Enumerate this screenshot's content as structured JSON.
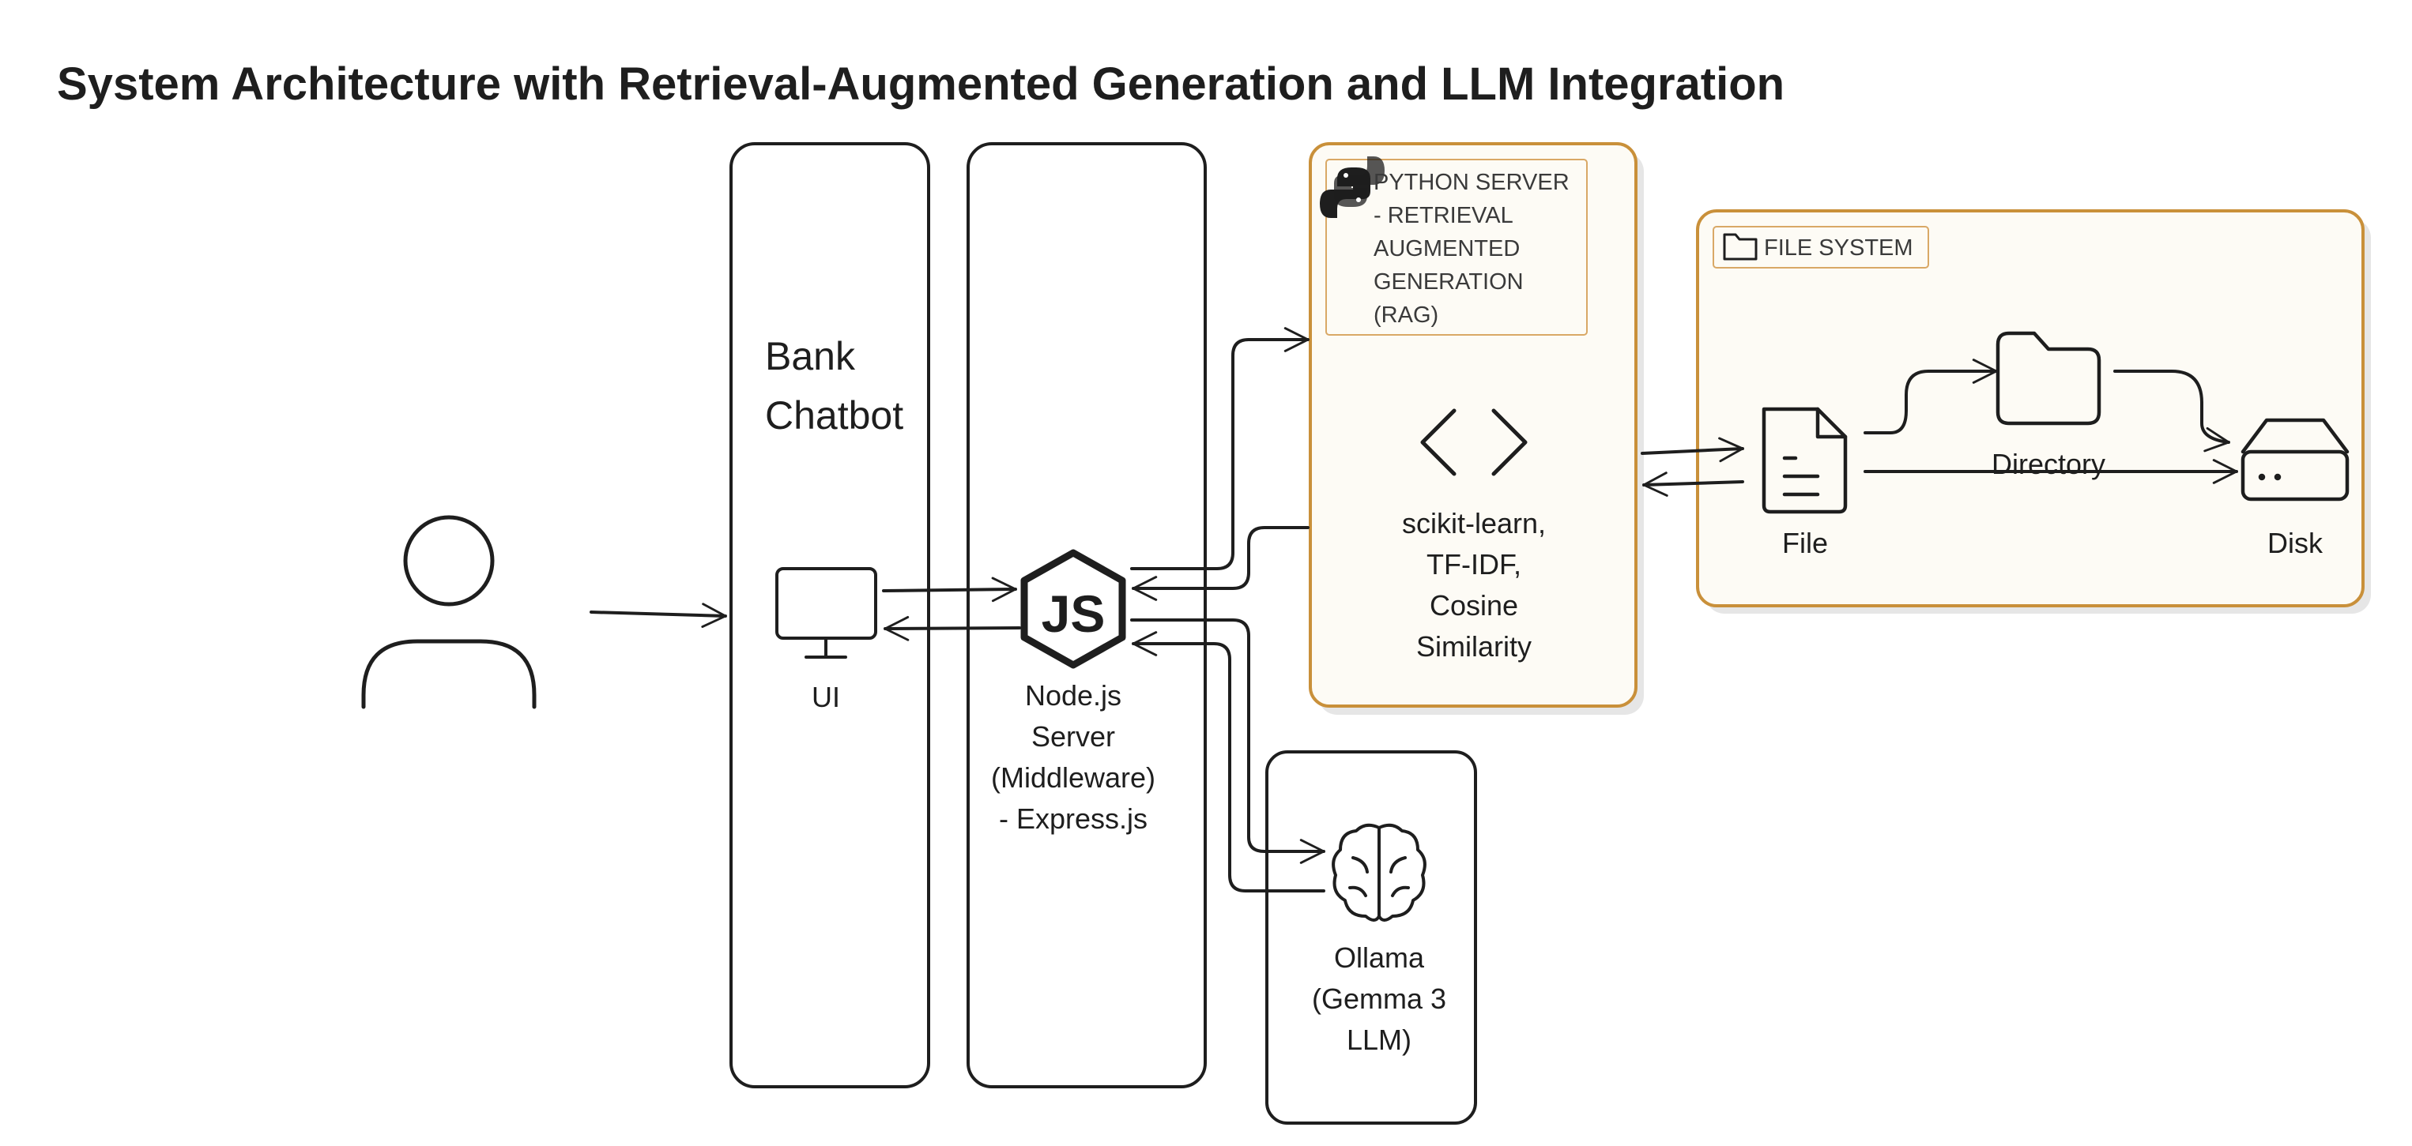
{
  "title": "System Architecture with Retrieval-Augmented Generation and LLM Integration",
  "bank_chatbot": {
    "line1": "Bank",
    "line2": "Chatbot"
  },
  "ui": {
    "label": "UI"
  },
  "node_server": {
    "lines": [
      "Node.js",
      "Server",
      "(Middleware)",
      "- Express.js"
    ]
  },
  "python_server": {
    "tag_lines": [
      "PYTHON SERVER",
      "- RETRIEVAL",
      "AUGMENTED",
      "GENERATION",
      "(RAG)"
    ],
    "lines": [
      "scikit-learn,",
      "TF-IDF,",
      "Cosine",
      "Similarity"
    ]
  },
  "file_system": {
    "tag": "FILE SYSTEM",
    "file": "File",
    "directory": "Directory",
    "disk": "Disk"
  },
  "ollama": {
    "lines": [
      "Ollama",
      "(Gemma 3",
      "LLM)"
    ]
  },
  "colors": {
    "accent": "#c9903a",
    "panel_fill": "#fdfbf5",
    "ink": "#1e1e1e",
    "python_blue": "#1e1e1e"
  },
  "icons": [
    "user-icon",
    "monitor-icon",
    "nodejs-icon",
    "code-brackets-icon",
    "python-icon",
    "folder-icon",
    "file-icon",
    "disk-icon",
    "brain-icon"
  ]
}
